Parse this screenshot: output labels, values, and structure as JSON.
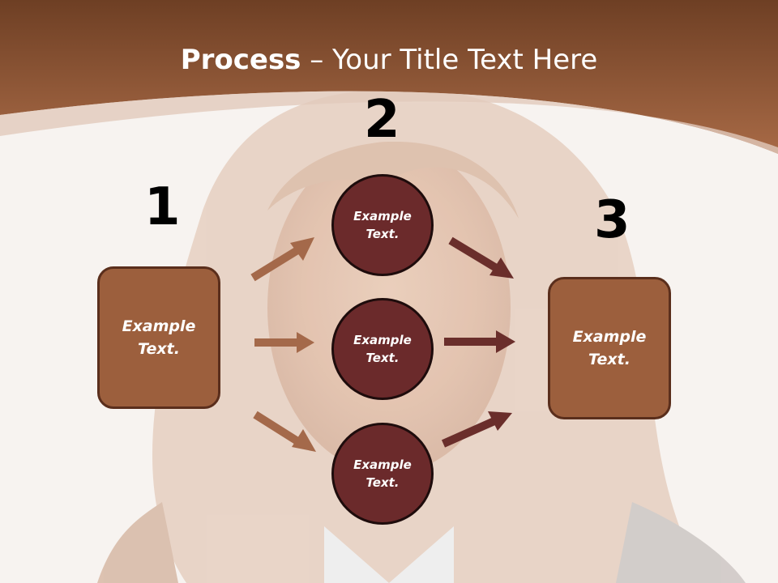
{
  "title": {
    "bold": "Process",
    "rest": " – Your Title Text Here"
  },
  "steps": {
    "n1": "1",
    "n2": "2",
    "n3": "3"
  },
  "left_box": {
    "text": "Example\nText."
  },
  "right_box": {
    "text": "Example\nText."
  },
  "circles": [
    {
      "text": "Example\nText."
    },
    {
      "text": "Example\nText."
    },
    {
      "text": "Example\nText."
    }
  ],
  "colors": {
    "header": "#8a4e2d",
    "box": "#9c5f3d",
    "circle": "#6b2a2b",
    "arrow_left": "#a4694a",
    "arrow_right": "#6a2e2b"
  }
}
